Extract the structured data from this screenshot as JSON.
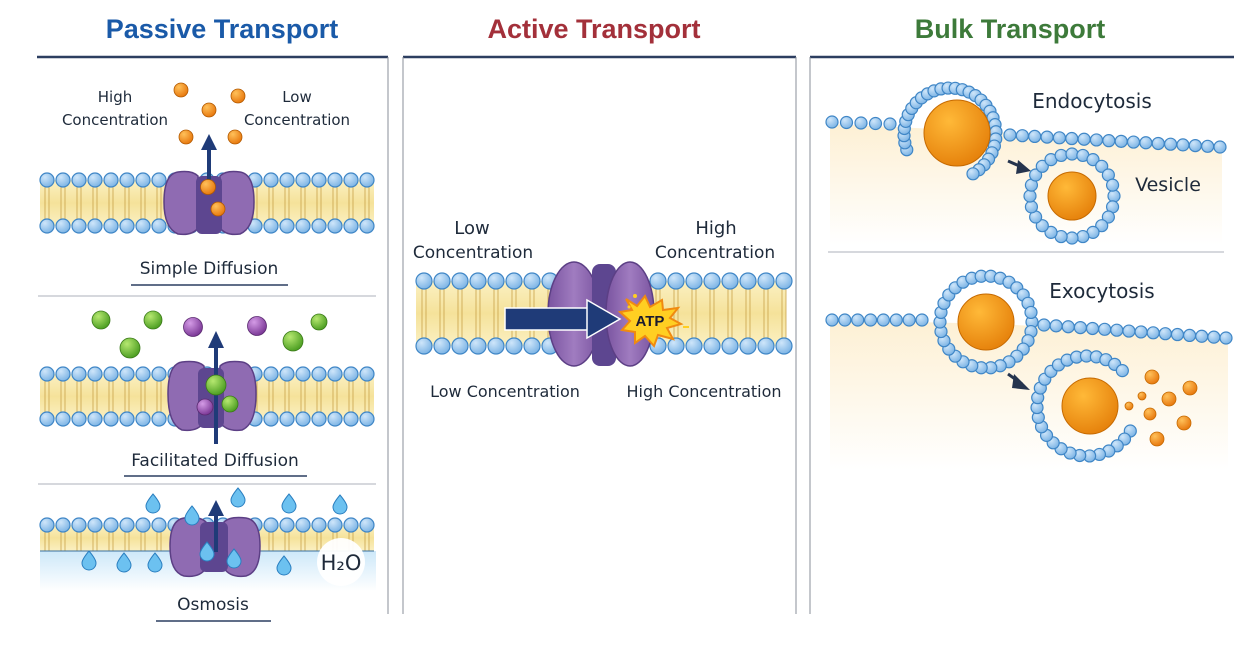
{
  "colors": {
    "passive_title": "#1a5aa8",
    "active_title": "#a3303a",
    "bulk_title": "#3d7a3a",
    "lipid_head": "#8fc3ee",
    "lipid_head_stroke": "#3f86c6",
    "tail_band": "#f7e7a6",
    "protein": "#8a62a8",
    "protein_dark": "#5a3f86",
    "arrow": "#1f3b78",
    "solute_orange": "#f08a1c",
    "solute_green": "#6cbf2f",
    "solute_purple": "#9a4fb0",
    "water_drop": "#59b6ee",
    "atp_burst": "#ffce1f"
  },
  "sections": {
    "passive": {
      "title": "Passive Transport",
      "simple_diffusion": {
        "label": "Simple Diffusion",
        "left_label_line1": "High",
        "left_label_line2": "Concentration",
        "right_label_line1": "Low",
        "right_label_line2": "Concentration"
      },
      "facilitated_diffusion": {
        "label": "Facilitated Diffusion"
      },
      "osmosis": {
        "label": "Osmosis",
        "badge": "H₂O"
      }
    },
    "active": {
      "title": "Active Transport",
      "top_left_line1": "Low",
      "top_left_line2": "Concentration",
      "top_right_line1": "High",
      "top_right_line2": "Concentration",
      "bottom_left": "Low Concentration",
      "bottom_right": "High Concentration",
      "energy_label": "ATP"
    },
    "bulk": {
      "title": "Bulk Transport",
      "endocytosis": {
        "label": "Endocytosis",
        "vesicle_label": "Vesicle"
      },
      "exocytosis": {
        "label": "Exocytosis"
      }
    }
  }
}
